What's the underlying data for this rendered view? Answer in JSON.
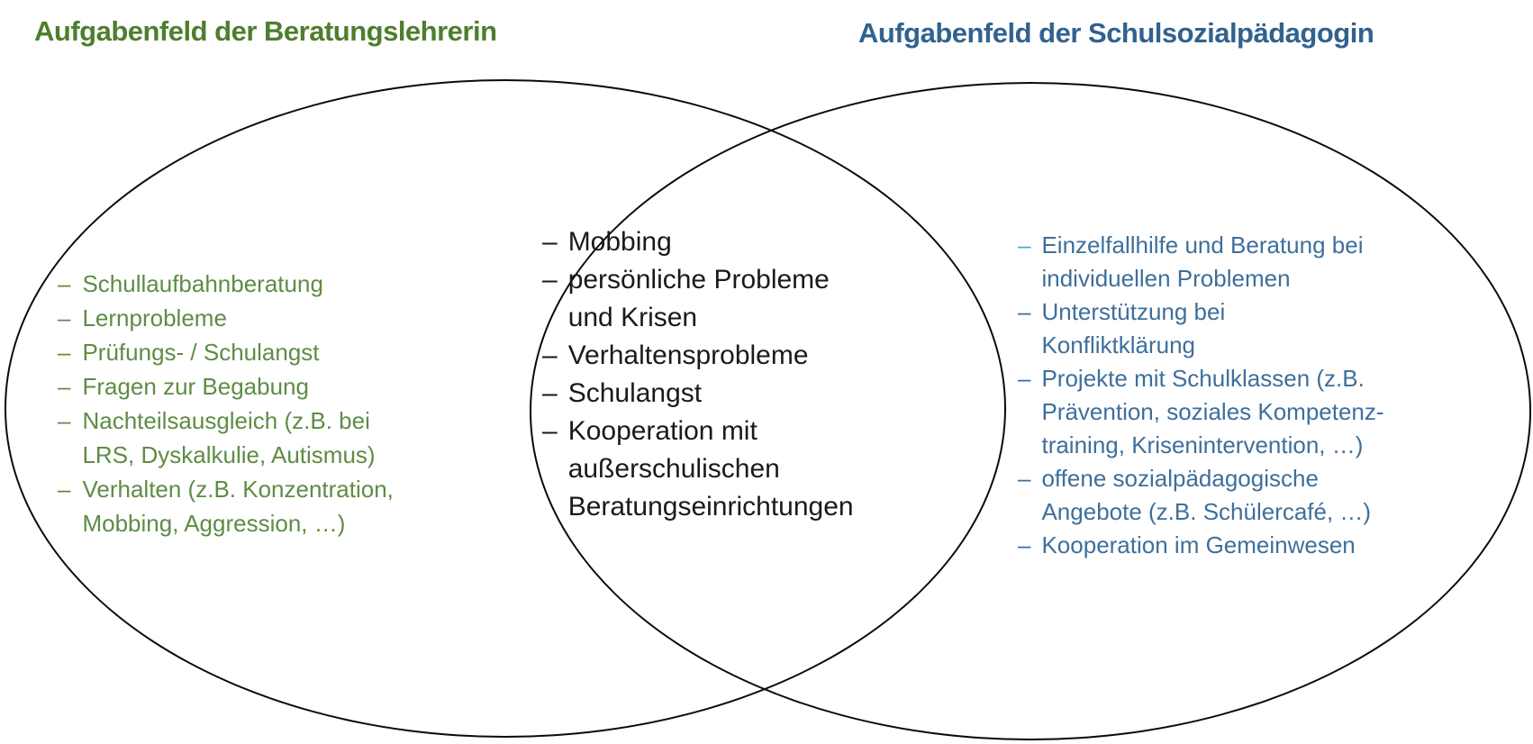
{
  "venn": {
    "dash": "–",
    "colors": {
      "left_title": "#4E7E2D",
      "left_text": "#5E8C45",
      "right_title": "#31628F",
      "right_text": "#3E6F9B",
      "teal_first_dash": "#4BACC6",
      "center_text": "#1a1a1a",
      "ellipse_stroke": "#0a0a0a",
      "background": "#ffffff"
    },
    "left": {
      "title": "Aufgabenfeld der Beratungslehrerin",
      "items": [
        "Schullaufbahnberatung",
        "Lernprobleme",
        "Prüfungs- / Schulangst",
        "Fragen zur Begabung",
        "Nachteilsausgleich (z.B. bei\nLRS, Dyskalkulie, Autismus)",
        "Verhalten (z.B. Konzentration,\nMobbing, Aggression, …)"
      ]
    },
    "center": {
      "items": [
        "Mobbing",
        "persönliche Probleme\nund Krisen",
        "Verhaltensprobleme",
        "Schulangst",
        "Kooperation mit\naußerschulischen\nBeratungseinrichtungen"
      ]
    },
    "right": {
      "title": "Aufgabenfeld der Schulsozialpädagogin",
      "items": [
        "Einzelfallhilfe und Beratung bei\nindividuellen Problemen",
        "Unterstützung bei\nKonfliktklärung",
        "Projekte mit Schulklassen (z.B.\nPrävention, soziales Kompetenz-\ntraining, Krisenintervention, …)",
        "offene sozialpädagogische\nAngebote (z.B. Schülercafé, …)",
        "Kooperation im Gemeinwesen"
      ]
    }
  }
}
